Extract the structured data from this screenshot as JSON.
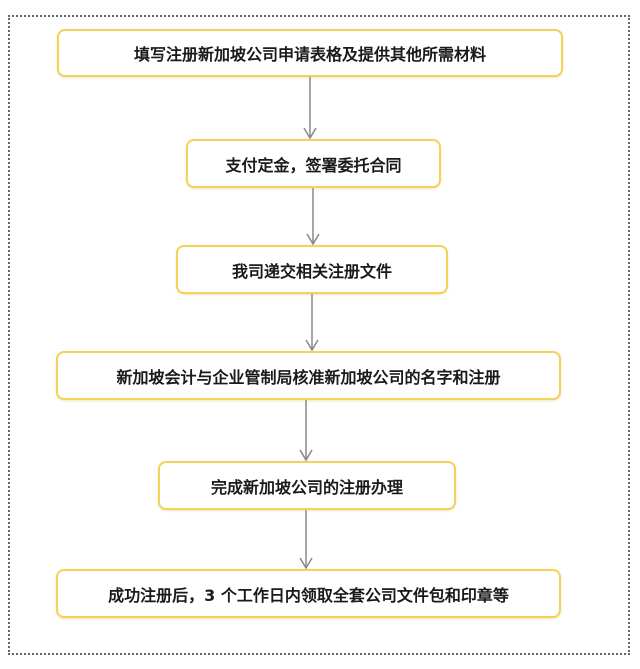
{
  "steps": [
    {
      "label": "填写注册新加坡公司申请表格及提供其他所需材料"
    },
    {
      "label": "支付定金，签署委托合同"
    },
    {
      "label": "我司递交相关注册文件"
    },
    {
      "label": "新加坡会计与企业管制局核准新加坡公司的名字和注册"
    },
    {
      "label": "完成新加坡公司的注册办理"
    },
    {
      "label": "成功注册后，3 个工作日内领取全套公司文件包和印章等"
    }
  ],
  "colors": {
    "box_border": "#f3d25a",
    "arrow": "#888888",
    "frame": "#666666"
  }
}
